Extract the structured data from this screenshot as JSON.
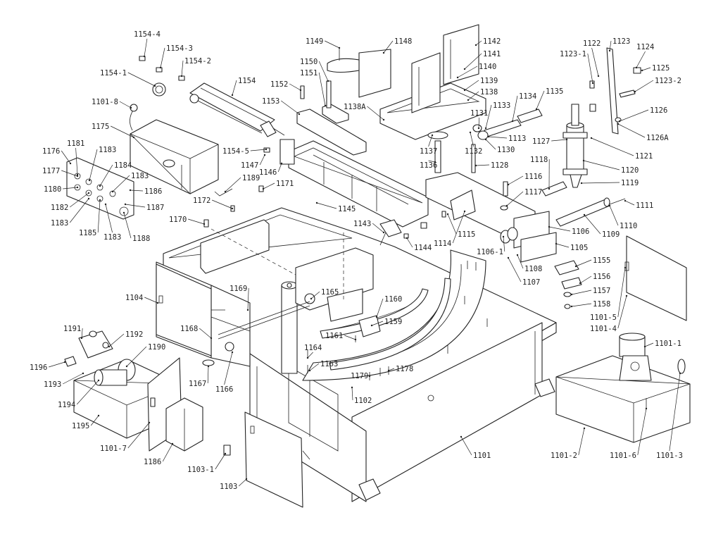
{
  "diagram": {
    "type": "exploded-parts-diagram",
    "labels": [
      {
        "id": "1154-4",
        "text": "1154-4"
      },
      {
        "id": "1154-3",
        "text": "1154-3"
      },
      {
        "id": "1154-2",
        "text": "1154-2"
      },
      {
        "id": "1154-1",
        "text": "1154-1"
      },
      {
        "id": "1154",
        "text": "1154"
      },
      {
        "id": "1154-5",
        "text": "1154-5"
      },
      {
        "id": "1149",
        "text": "1149"
      },
      {
        "id": "1148",
        "text": "1148"
      },
      {
        "id": "1142",
        "text": "1142"
      },
      {
        "id": "1141",
        "text": "1141"
      },
      {
        "id": "1140",
        "text": "1140"
      },
      {
        "id": "1139",
        "text": "1139"
      },
      {
        "id": "1138",
        "text": "1138"
      },
      {
        "id": "1138A",
        "text": "1138A"
      },
      {
        "id": "1150",
        "text": "1150"
      },
      {
        "id": "1151",
        "text": "1151"
      },
      {
        "id": "1152",
        "text": "1152"
      },
      {
        "id": "1153",
        "text": "1153"
      },
      {
        "id": "1101-8",
        "text": "1101-8"
      },
      {
        "id": "1175",
        "text": "1175"
      },
      {
        "id": "1176",
        "text": "1176"
      },
      {
        "id": "1181",
        "text": "1181"
      },
      {
        "id": "1183a",
        "text": "1183"
      },
      {
        "id": "1177",
        "text": "1177"
      },
      {
        "id": "1184",
        "text": "1184"
      },
      {
        "id": "1183b",
        "text": "1183"
      },
      {
        "id": "1180",
        "text": "1180"
      },
      {
        "id": "1186a",
        "text": "1186"
      },
      {
        "id": "1182",
        "text": "1182"
      },
      {
        "id": "1187",
        "text": "1187"
      },
      {
        "id": "1183c",
        "text": "1183"
      },
      {
        "id": "1185",
        "text": "1185"
      },
      {
        "id": "1183d",
        "text": "1183"
      },
      {
        "id": "1188",
        "text": "1188"
      },
      {
        "id": "1147",
        "text": "1147"
      },
      {
        "id": "1146",
        "text": "1146"
      },
      {
        "id": "1189",
        "text": "1189"
      },
      {
        "id": "1171",
        "text": "1171"
      },
      {
        "id": "1172",
        "text": "1172"
      },
      {
        "id": "1170",
        "text": "1170"
      },
      {
        "id": "1145",
        "text": "1145"
      },
      {
        "id": "1143",
        "text": "1143"
      },
      {
        "id": "1144",
        "text": "1144"
      },
      {
        "id": "1134",
        "text": "1134"
      },
      {
        "id": "1135",
        "text": "1135"
      },
      {
        "id": "1133",
        "text": "1133"
      },
      {
        "id": "1131",
        "text": "1131"
      },
      {
        "id": "1113",
        "text": "1113"
      },
      {
        "id": "1137",
        "text": "1137"
      },
      {
        "id": "1132",
        "text": "1132"
      },
      {
        "id": "1130",
        "text": "1130"
      },
      {
        "id": "1136",
        "text": "1136"
      },
      {
        "id": "1128",
        "text": "1128"
      },
      {
        "id": "1116",
        "text": "1116"
      },
      {
        "id": "1117",
        "text": "1117"
      },
      {
        "id": "1115",
        "text": "1115"
      },
      {
        "id": "1114",
        "text": "1114"
      },
      {
        "id": "1106-1",
        "text": "1106-1"
      },
      {
        "id": "1106",
        "text": "1106"
      },
      {
        "id": "1105",
        "text": "1105"
      },
      {
        "id": "1108",
        "text": "1108"
      },
      {
        "id": "1107",
        "text": "1107"
      },
      {
        "id": "1122",
        "text": "1122"
      },
      {
        "id": "1123",
        "text": "1123"
      },
      {
        "id": "1123-1",
        "text": "1123-1"
      },
      {
        "id": "1124",
        "text": "1124"
      },
      {
        "id": "1125",
        "text": "1125"
      },
      {
        "id": "1123-2",
        "text": "1123-2"
      },
      {
        "id": "1126",
        "text": "1126"
      },
      {
        "id": "1126A",
        "text": "1126A"
      },
      {
        "id": "1127",
        "text": "1127"
      },
      {
        "id": "1121",
        "text": "1121"
      },
      {
        "id": "1120",
        "text": "1120"
      },
      {
        "id": "1118",
        "text": "1118"
      },
      {
        "id": "1119",
        "text": "1119"
      },
      {
        "id": "1111",
        "text": "1111"
      },
      {
        "id": "1110",
        "text": "1110"
      },
      {
        "id": "1109",
        "text": "1109"
      },
      {
        "id": "1155",
        "text": "1155"
      },
      {
        "id": "1156",
        "text": "1156"
      },
      {
        "id": "1157",
        "text": "1157"
      },
      {
        "id": "1158",
        "text": "1158"
      },
      {
        "id": "1101-5",
        "text": "1101-5"
      },
      {
        "id": "1101-4",
        "text": "1101-4"
      },
      {
        "id": "1101-1",
        "text": "1101-1"
      },
      {
        "id": "1104",
        "text": "1104"
      },
      {
        "id": "1169",
        "text": "1169"
      },
      {
        "id": "1165",
        "text": "1165"
      },
      {
        "id": "1160",
        "text": "1160"
      },
      {
        "id": "1159",
        "text": "1159"
      },
      {
        "id": "1161",
        "text": "1161"
      },
      {
        "id": "1168",
        "text": "1168"
      },
      {
        "id": "1164",
        "text": "1164"
      },
      {
        "id": "1163",
        "text": "1163"
      },
      {
        "id": "1179",
        "text": "1179"
      },
      {
        "id": "1178",
        "text": "1178"
      },
      {
        "id": "1102",
        "text": "1102"
      },
      {
        "id": "1191",
        "text": "1191"
      },
      {
        "id": "1192",
        "text": "1192"
      },
      {
        "id": "1190",
        "text": "1190"
      },
      {
        "id": "1196",
        "text": "1196"
      },
      {
        "id": "1193",
        "text": "1193"
      },
      {
        "id": "1167",
        "text": "1167"
      },
      {
        "id": "1166",
        "text": "1166"
      },
      {
        "id": "1194",
        "text": "1194"
      },
      {
        "id": "1195",
        "text": "1195"
      },
      {
        "id": "1101-7",
        "text": "1101-7"
      },
      {
        "id": "1186b",
        "text": "1186"
      },
      {
        "id": "1103-1",
        "text": "1103-1"
      },
      {
        "id": "1103",
        "text": "1103"
      },
      {
        "id": "1101",
        "text": "1101"
      },
      {
        "id": "1101-2",
        "text": "1101-2"
      },
      {
        "id": "1101-6",
        "text": "1101-6"
      },
      {
        "id": "1101-3",
        "text": "1101-3"
      }
    ]
  }
}
